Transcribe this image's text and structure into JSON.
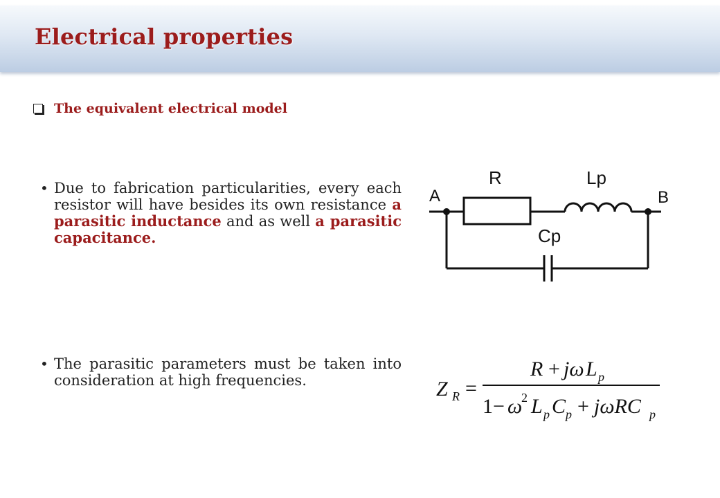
{
  "title": "Electrical properties",
  "section": {
    "heading": "The equivalent electrical model"
  },
  "bullets": [
    {
      "part1": "Due to fabrication particularities, every each resistor will have besides its own resistance ",
      "hl1": "a parasitic inductance",
      "part2": " and as well ",
      "hl2": "a parasitic capacitance."
    },
    {
      "text": "The parasitic parameters must be taken into consideration at high frequencies."
    }
  ],
  "circuit": {
    "node_a": "A",
    "node_b": "B",
    "resistor_label": "R",
    "inductor_label": "Lp",
    "capacitor_label": "Cp"
  },
  "formula": {
    "lhs": "Z",
    "lhs_sub": "R",
    "equals": "=",
    "num_a": "R",
    "num_plus": "+",
    "num_jw": "jω",
    "num_L": "L",
    "num_L_sub": "p",
    "den_one": "1",
    "den_minus": "−",
    "den_w": "ω",
    "den_w_sup": "2",
    "den_L": "L",
    "den_L_sub": "p",
    "den_C": "C",
    "den_C_sub": "p",
    "den_plus": "+",
    "den_jwRC": "jωRC",
    "den_C2_sub": "p"
  }
}
